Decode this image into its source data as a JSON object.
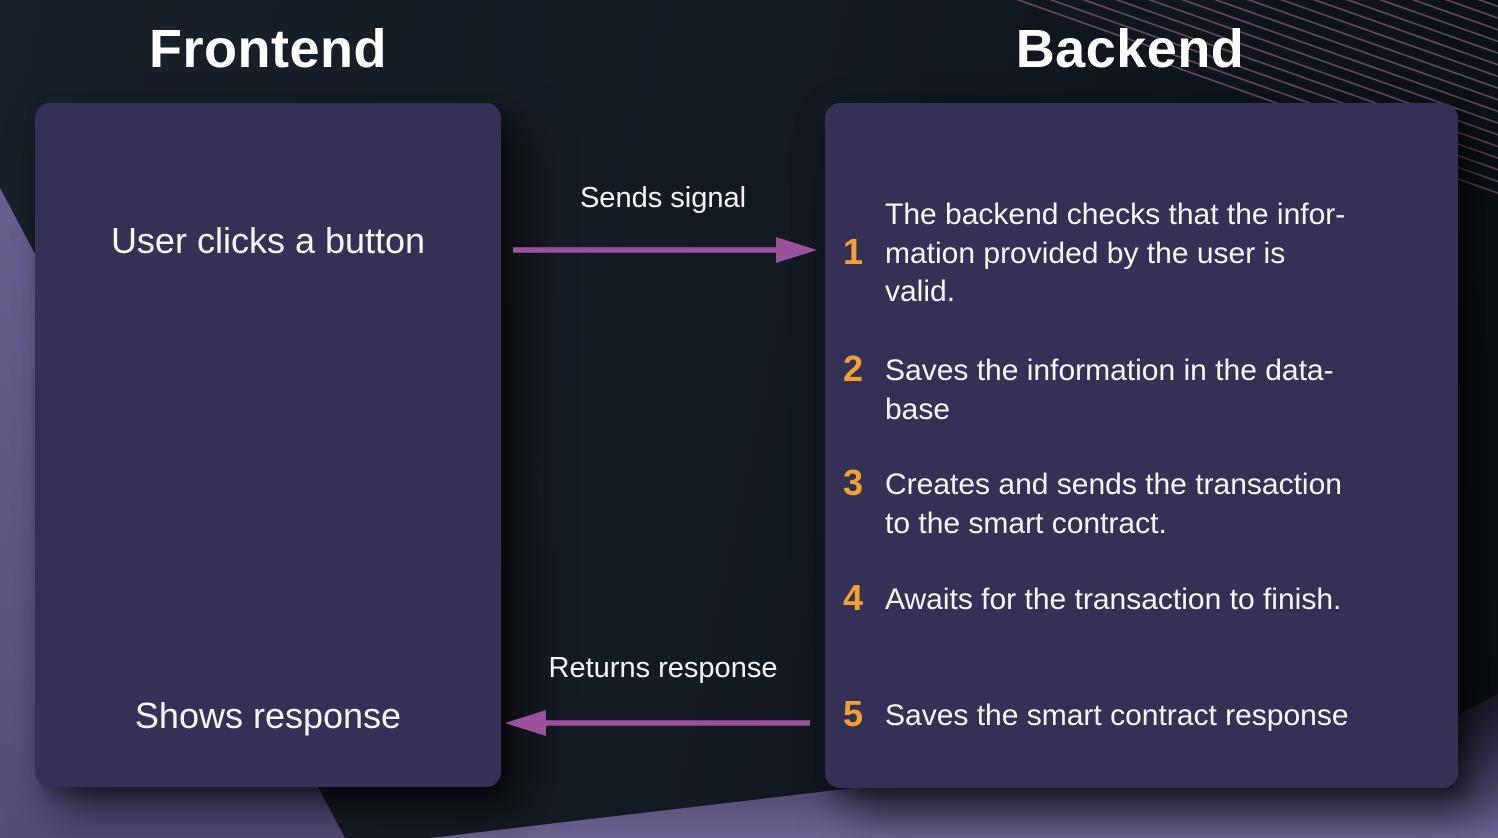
{
  "titles": {
    "frontend": "Frontend",
    "backend": "Backend"
  },
  "frontend_card": {
    "top_text": "User clicks a button",
    "bottom_text": "Shows response"
  },
  "flows": {
    "to_backend_label": "Sends signal",
    "to_frontend_label": "Returns response"
  },
  "backend_card": {
    "steps": [
      {
        "num": "1",
        "lines": [
          "The backend checks that the infor-",
          "mation provided by the user is",
          "valid."
        ]
      },
      {
        "num": "2",
        "lines": [
          "Saves the information in the data-",
          "base"
        ]
      },
      {
        "num": "3",
        "lines": [
          "Creates and sends the transaction",
          "to the smart contract."
        ]
      },
      {
        "num": "4",
        "lines": [
          "Awaits for the transaction to finish."
        ]
      },
      {
        "num": "5",
        "lines": [
          "Saves the smart contract response"
        ]
      }
    ]
  },
  "colors": {
    "arrow_accent": "#9b519b",
    "step_number": "#f2a135",
    "card_background": "#343056",
    "page_background": "#141a22",
    "purple_decoration": "#5d5382",
    "stripe_decoration": "#a4779c",
    "text": "#f7f6fa"
  }
}
